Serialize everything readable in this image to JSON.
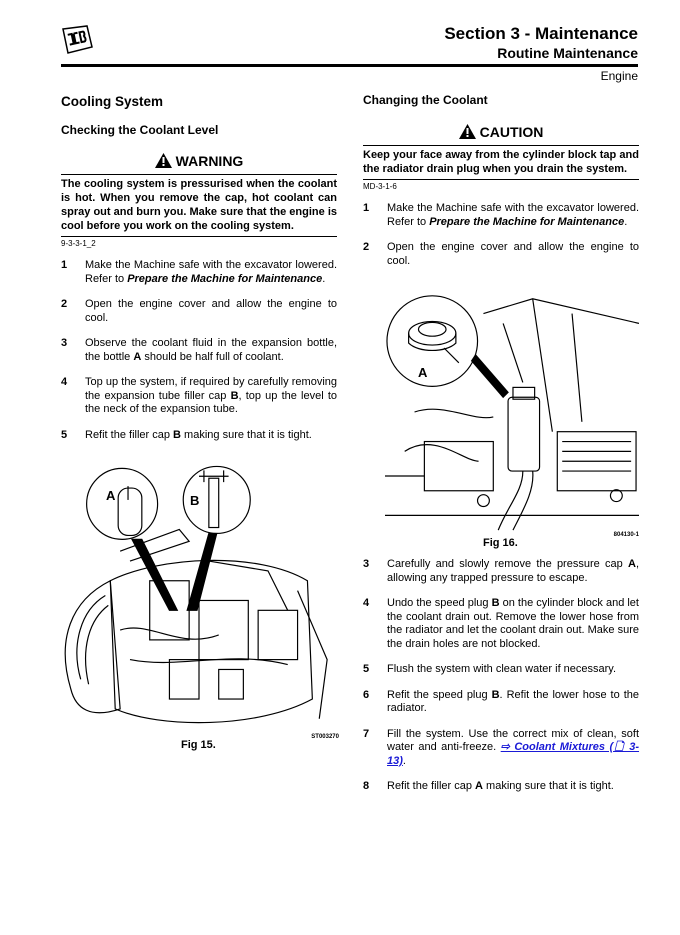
{
  "header": {
    "logo": "JCB",
    "section": "Section 3 - Maintenance",
    "subsection": "Routine Maintenance",
    "topic": "Engine"
  },
  "left": {
    "title": "Cooling System",
    "subtitle": "Checking the Coolant Level",
    "warning": {
      "label": "WARNING",
      "text": "The cooling system is pressurised when the coolant is hot. When you remove the cap, hot coolant can spray out and burn you. Make sure that the engine is cool before you work on the cooling system.",
      "code": "9-3-3-1_2"
    },
    "steps": [
      {
        "n": "1",
        "a": "Make the Machine safe with the excavator lowered. Refer to ",
        "b": "Prepare the Machine for Maintenance",
        "c": "."
      },
      {
        "n": "2",
        "a": "Open the engine cover and allow the engine to cool."
      },
      {
        "n": "3",
        "a": "Observe the coolant fluid in the expansion bottle, the bottle ",
        "b": "A",
        "c": " should be half full of coolant."
      },
      {
        "n": "4",
        "a": "Top up the system, if required by carefully removing the expansion tube filler cap ",
        "b": "B",
        "c": ", top up the level to the neck of the expansion tube."
      },
      {
        "n": "5",
        "a": "Refit the filler cap ",
        "b": "B",
        "c": " making sure that it is tight."
      }
    ],
    "figure": {
      "label": "Fig 15.",
      "code": "ST003270",
      "callout_a": "A",
      "callout_b": "B"
    }
  },
  "right": {
    "title": "Changing the Coolant",
    "caution": {
      "label": "CAUTION",
      "text": "Keep your face away from the cylinder block tap and the radiator drain plug when you drain the system.",
      "code": "MD-3-1-6"
    },
    "steps": [
      {
        "n": "1",
        "a": "Make the Machine safe with the excavator lowered. Refer to ",
        "b": "Prepare the Machine for Maintenance",
        "c": "."
      },
      {
        "n": "2",
        "a": "Open the engine cover and allow the engine to cool."
      },
      {
        "n": "3",
        "a": "Carefully and slowly remove the pressure cap ",
        "b": "A",
        "c": ", allowing any trapped pressure to escape."
      },
      {
        "n": "4",
        "a": "Undo the speed plug ",
        "b": "B",
        "c": " on the cylinder block and let the coolant drain out. Remove the lower hose from the radiator and let the coolant drain out. Make sure the drain holes are not blocked."
      },
      {
        "n": "5",
        "a": "Flush the system with clean water if necessary."
      },
      {
        "n": "6",
        "a": "Refit the speed plug ",
        "b": "B",
        "c": ". Refit the lower hose to the radiator."
      },
      {
        "n": "7",
        "a": "Fill the system. Use the correct mix of clean, soft water and anti-freeze. ",
        "link": "⇨ Coolant Mixtures (🗋 3-13)",
        "c": "."
      },
      {
        "n": "8",
        "a": "Refit the filler cap ",
        "b": "A",
        "c": " making sure that it is tight."
      }
    ],
    "figure": {
      "label": "Fig 16.",
      "code": "804130-1",
      "callout_a": "A"
    }
  },
  "colors": {
    "link": "#1a1ad6"
  }
}
